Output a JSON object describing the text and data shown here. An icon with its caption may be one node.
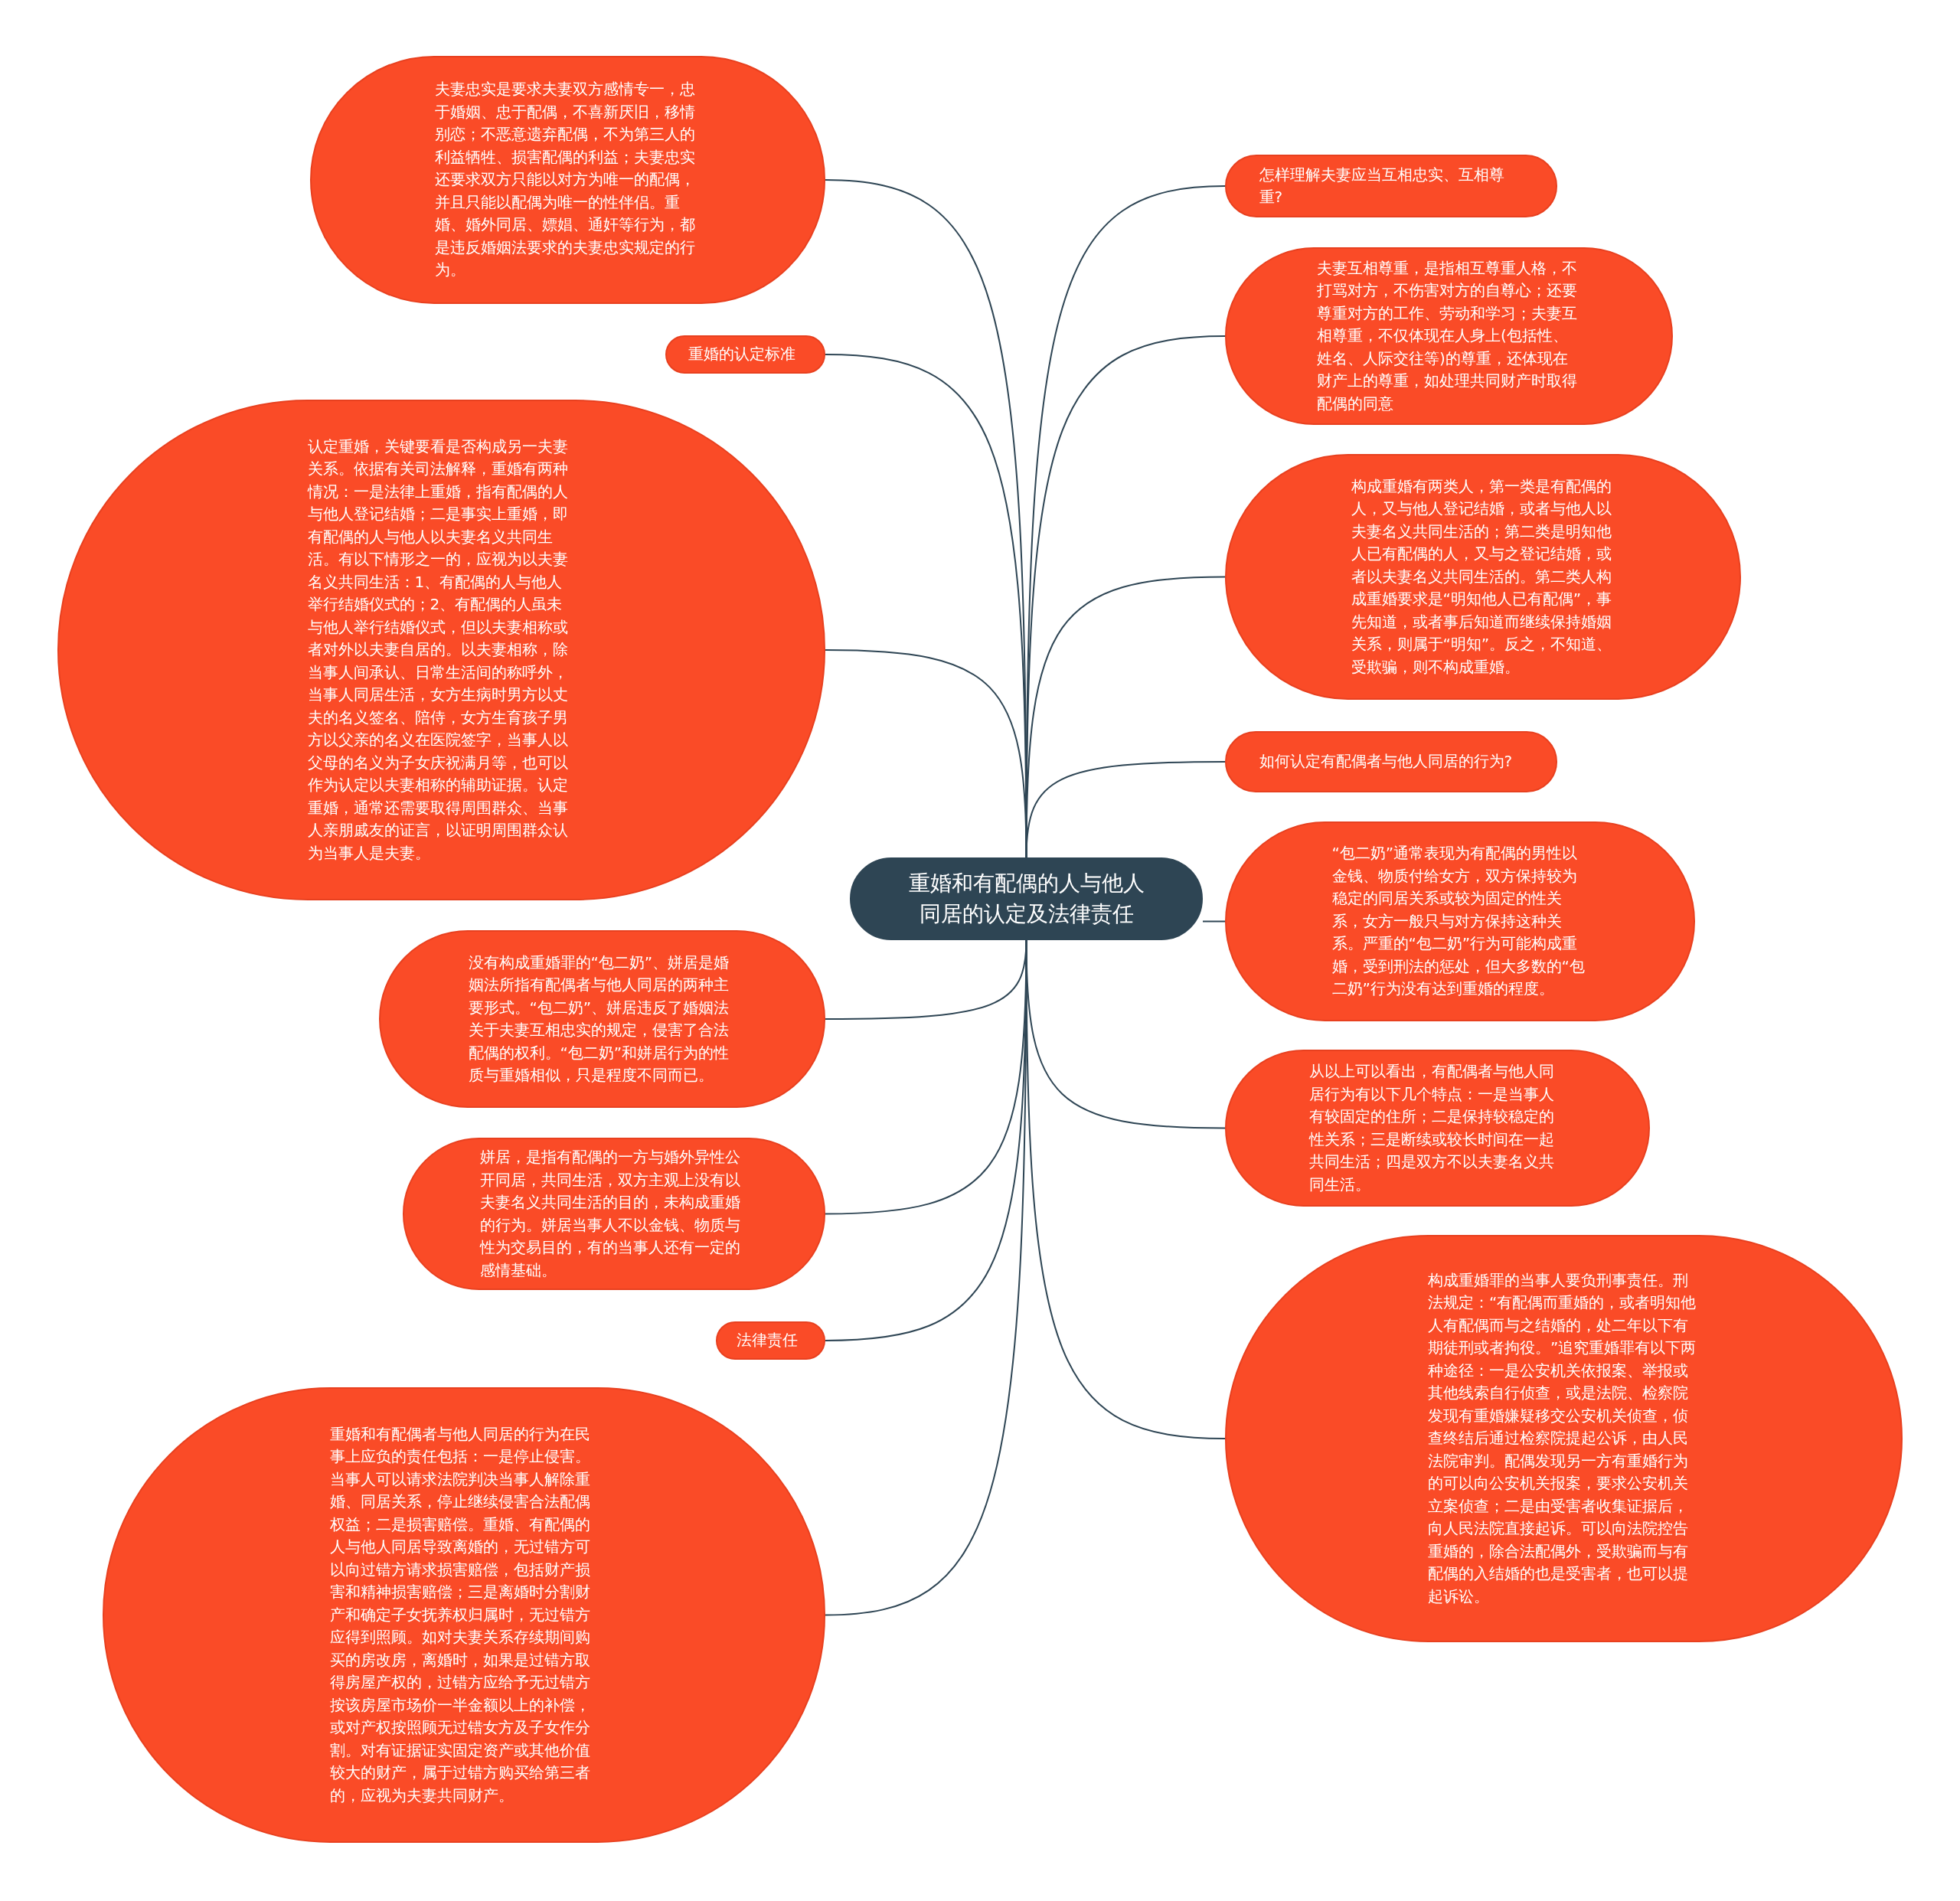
{
  "diagram": {
    "nodes": [
      {
        "text": [
          "重婚和有配偶的人与他人同居的认定及法律责任"
        ]
      },
      {
        "text": [
          "夫妻忠实是要求夫妻双方感情专一，忠于婚姻、忠于配偶，不喜新厌旧，移情别恋；不恶意遗弃配偶，不为第三人的利益牺牲、损害配偶的利益；夫妻忠实还要求双方只能以对方为唯一的配偶，并且只能以配偶为唯一的性伴侣。重婚、婚外同居、嫖娼、通奸等行为，都是违反婚姻法要求的夫妻忠实规定的行为。"
        ]
      },
      {
        "text": [
          "重婚的认定标准"
        ]
      },
      {
        "text": [
          "认定重婚，关键要看是否构成另一夫妻关系。依据有关司法解释，重婚有两种情况：一是法律上重婚，指有配偶的人与他人登记结婚；二是事实上重婚，即有配偶的人与他人以夫妻名义共同生活。有以下情形之一的，应视为以夫妻名义共同生活：1、有配偶的人与他人举行结婚仪式的；2、有配偶的人虽未与他人举行结婚仪式，但以夫妻相称或者对外以夫妻自居的。以夫妻相称，除当事人间承认、日常生活间的称呼外，当事人同居生活，女方生病时男方以丈夫的名义签名、陪侍，女方生育孩子男方以父亲的名义在医院签字，当事人以父母的名义为子女庆祝满月等，也可以作为认定以夫妻相称的辅助证据。认定重婚，通常还需要取得周围群众、当事人亲朋戚友的证言，以证明周围群众认为当事人是夫妻。"
        ]
      },
      {
        "text": [
          "没有构成重婚罪的“包二奶”、姘居是婚姻法所指有配偶者与他人同居的两种主要形式。“包二奶”、姘居违反了婚姻法关于夫妻互相忠实的规定，侵害了合法配偶的权利。“包二奶”和姘居行为的性质与重婚相似，只是程度不同而已。"
        ]
      },
      {
        "text": [
          "姘居，是指有配偶的一方与婚外异性公开同居，共同生活，双方主观上没有以夫妻名义共同生活的目的，未构成重婚的行为。姘居当事人不以金钱、物质与性为交易目的，有的当事人还有一定的感情基础。"
        ]
      },
      {
        "text": [
          "法律责任"
        ]
      },
      {
        "text": [
          "重婚和有配偶者与他人同居的行为在民事上应负的责任包括：一是停止侵害。当事人可以请求法院判决当事人解除重婚、同居关系，停止继续侵害合法配偶权益；二是损害赔偿。重婚、有配偶的人与他人同居导致离婚的，无过错方可以向过错方请求损害赔偿，包括财产损害和精神损害赔偿；三是离婚时分割财产和确定子女抚养权归属时，无过错方应得到照顾。如对夫妻关系存续期间购买的房改房，离婚时，如果是过错方取得房屋产权的，过错方应给予无过错方按该房屋市场价一半金额以上的补偿，或对产权按照顾无过错女方及子女作分割。对有证据证实固定资产或其他价值较大的财产，属于过错方购买给第三者的，应视为夫妻共同财产。"
        ]
      },
      {
        "text": [
          "怎样理解夫妻应当互相忠实、互相尊重?"
        ]
      },
      {
        "text": [
          "夫妻互相尊重，是指相互尊重人格，不打骂对方，不伤害对方的自尊心；还要尊重对方的工作、劳动和学习；夫妻互相尊重，不仅体现在人身上(包括性、姓名、人际交往等)的尊重，还体现在财产上的尊重，如处理共同财产时取得配偶的同意"
        ]
      },
      {
        "text": [
          "构成重婚有两类人，第一类是有配偶的人，又与他人登记结婚，或者与他人以夫妻名义共同生活的；第二类是明知他人已有配偶的人，又与之登记结婚，或者以夫妻名义共同生活的。第二类人构成重婚要求是“明知他人已有配偶”，事先知道，或者事后知道而继续保持婚姻关系，则属于“明知”。反之，不知道、受欺骗，则不构成重婚。"
        ]
      },
      {
        "text": [
          "如何认定有配偶者与他人同居的行为?"
        ]
      },
      {
        "text": [
          "“包二奶”通常表现为有配偶的男性以金钱、物质付给女方，双方保持较为稳定的同居关系或较为固定的性关系，女方一般只与对方保持这种关系。严重的“包二奶”行为可能构成重婚，受到刑法的惩处，但大多数的“包二奶”行为没有达到重婚的程度。"
        ]
      },
      {
        "text": [
          "从以上可以看出，有配偶者与他人同居行为有以下几个特点：一是当事人有较固定的住所；二是保持较稳定的性关系；三是断续或较长时间在一起共同生活；四是双方不以夫妻名义共同生活。"
        ]
      },
      {
        "text": [
          "构成重婚罪的当事人要负刑事责任。刑法规定：“有配偶而重婚的，或者明知他人有配偶而与之结婚的，处二年以下有期徒刑或者拘役。”追究重婚罪有以下两种途径：一是公安机关依报案、举报或其他线索自行侦查，或是法院、检察院发现有重婚嫌疑移交公安机关侦查，侦查终结后通过检察院提起公诉，由人民法院审判。配偶发现另一方有重婚行为的可以向公安机关报案，要求公安机关立案侦查；二是由受害者收集证据后，向人民法院直接起诉。可以向法院控告重婚的，除合法配偶外，受欺骗而与有配偶的入结婚的也是受害者，也可以提起诉讼。"
        ]
      }
    ],
    "edges": [
      {
        "from": 0,
        "to": 1,
        "arrow": "none"
      },
      {
        "from": 0,
        "to": 2,
        "arrow": "none"
      },
      {
        "from": 0,
        "to": 3,
        "arrow": "none"
      },
      {
        "from": 0,
        "to": 4,
        "arrow": "none"
      },
      {
        "from": 0,
        "to": 5,
        "arrow": "none"
      },
      {
        "from": 0,
        "to": 6,
        "arrow": "none"
      },
      {
        "from": 0,
        "to": 7,
        "arrow": "none"
      },
      {
        "from": 0,
        "to": 8,
        "arrow": "none"
      },
      {
        "from": 0,
        "to": 9,
        "arrow": "none"
      },
      {
        "from": 0,
        "to": 10,
        "arrow": "none"
      },
      {
        "from": 0,
        "to": 11,
        "arrow": "none"
      },
      {
        "from": 0,
        "to": 12,
        "arrow": "none"
      },
      {
        "from": 0,
        "to": 13,
        "arrow": "none"
      },
      {
        "from": 0,
        "to": 14,
        "arrow": "none"
      }
    ]
  }
}
